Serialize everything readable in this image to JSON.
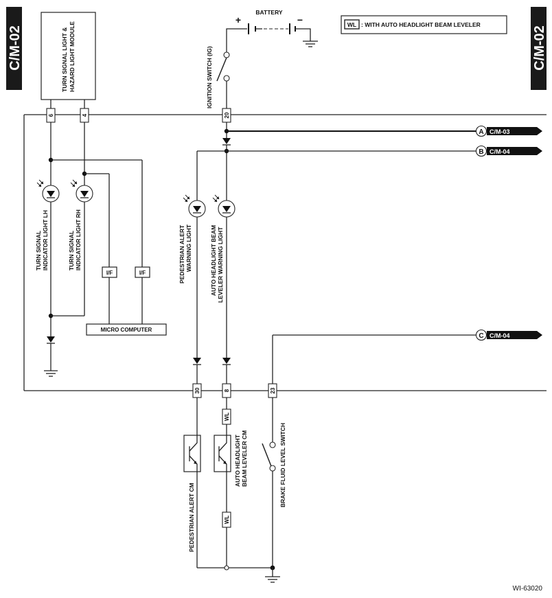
{
  "side_tabs": {
    "left": "C/M-02",
    "right": "C/M-02"
  },
  "legend": {
    "badge": "WL",
    "text": ": WITH AUTO HEADLIGHT BEAM LEVELER"
  },
  "battery": {
    "label": "BATTERY",
    "plus": "+",
    "minus": "−"
  },
  "ignition_switch": {
    "label": "IGNITION SWITCH (IG)"
  },
  "module": {
    "line1": "TURN SIGNAL LIGHT &",
    "line2": "HAZARD LIGHT MODULE",
    "pin_a": "6",
    "pin_b": "4"
  },
  "top_pin": "20",
  "connectors": [
    {
      "letter": "A",
      "ref": "C/M-03"
    },
    {
      "letter": "B",
      "ref": "C/M-04"
    },
    {
      "letter": "C",
      "ref": "C/M-04"
    }
  ],
  "lamps": {
    "lh": {
      "line1": "TURN SIGNAL",
      "line2": "INDICATOR LIGHT LH"
    },
    "rh": {
      "line1": "TURN SIGNAL",
      "line2": "INDICATOR LIGHT RH"
    },
    "ped": {
      "line1": "PEDESTRIAN ALERT",
      "line2": "WARNING LIGHT"
    },
    "beam": {
      "line1": "AUTO HEADLIGHT BEAM",
      "line2": "LEVELER WARNING LIGHT"
    }
  },
  "interfaces": {
    "if1": "I/F",
    "if2": "I/F"
  },
  "micro_computer": "MICRO COMPUTER",
  "bottom_pins": {
    "p30": "30",
    "p8": "8",
    "p23": "23"
  },
  "wl_tags": {
    "upper": "WL",
    "lower": "WL"
  },
  "cms": {
    "ped_cm": "PEDESTRIAN ALERT CM",
    "beam_cm_line1": "AUTO HEADLIGHT",
    "beam_cm_line2": "BEAM LEVELER CM"
  },
  "brake_switch": "BRAKE FLUID LEVEL SWITCH",
  "figure_id": "WI-63020"
}
